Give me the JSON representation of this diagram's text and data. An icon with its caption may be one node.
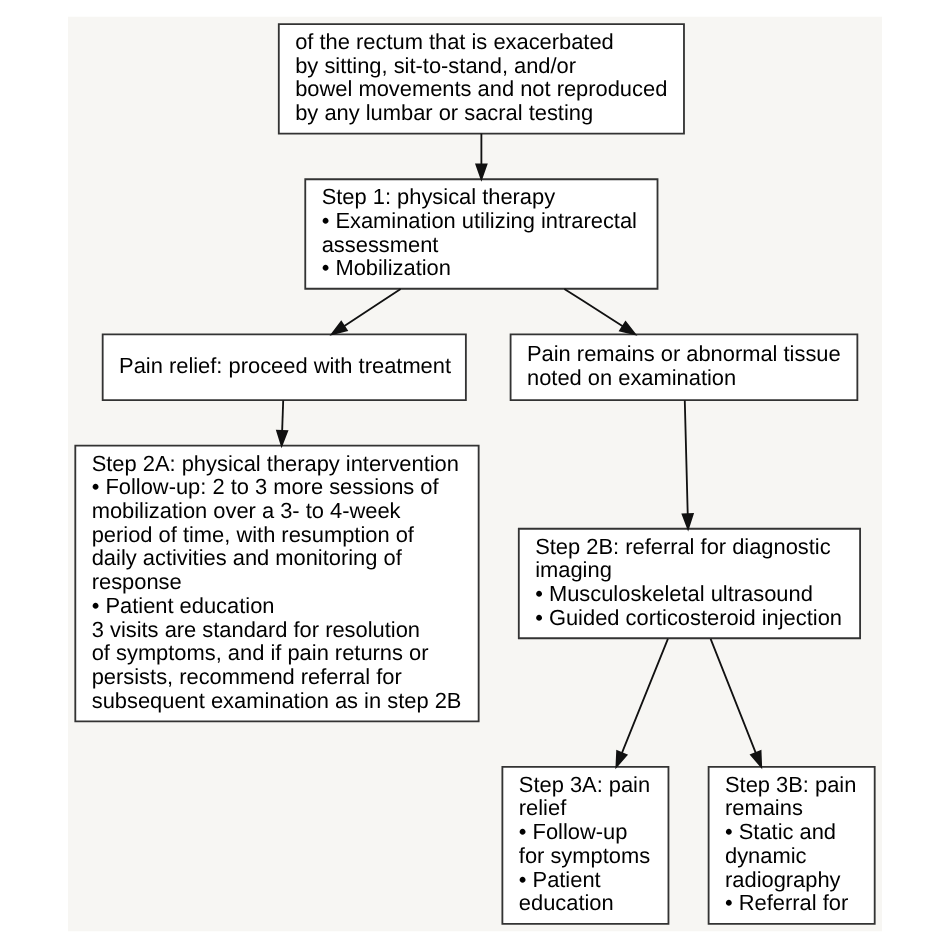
{
  "diagram": {
    "nodes": [
      {
        "text": [
          "of the rectum that is exacerbated by sitting, sit-to-stand, and/or bowel movements and not reproduced by any lumbar or sacral testing"
        ]
      },
      {
        "text": [
          "Step 1: physical therapy",
          "• Examination utilizing intrarectal assessment",
          "• Mobilization"
        ]
      },
      {
        "text": [
          "Pain relief: proceed with treatment"
        ]
      },
      {
        "text": [
          "Pain remains or abnormal tissue noted on examination"
        ]
      },
      {
        "text": [
          "Step 2A: physical therapy intervention",
          "• Follow-up: 2 to 3 more sessions of mobilization over a 3- to 4-week period of time, with resumption of daily activities and monitoring of response",
          "• Patient education",
          "3 visits are standard for resolution of symptoms, and if pain returns or persists, recommend referral for subsequent examination as in step 2B"
        ]
      },
      {
        "text": [
          "Step 2B: referral for diagnostic imaging",
          "• Musculoskeletal ultrasound",
          "• Guided corticosteroid injection"
        ]
      },
      {
        "text": [
          "Step 3A: pain relief",
          "• Follow-up for symptoms",
          "• Patient education"
        ]
      },
      {
        "text": [
          "Step 3B: pain remains",
          "• Static and dynamic radiography",
          "• Referral for"
        ]
      }
    ],
    "edges": [
      {
        "from": 0,
        "to": 1,
        "arrow": "to"
      },
      {
        "from": 1,
        "to": 2,
        "arrow": "to"
      },
      {
        "from": 1,
        "to": 3,
        "arrow": "to"
      },
      {
        "from": 2,
        "to": 4,
        "arrow": "to"
      },
      {
        "from": 3,
        "to": 5,
        "arrow": "to"
      },
      {
        "from": 5,
        "to": 6,
        "arrow": "to"
      },
      {
        "from": 5,
        "to": 7,
        "arrow": "to"
      }
    ]
  }
}
